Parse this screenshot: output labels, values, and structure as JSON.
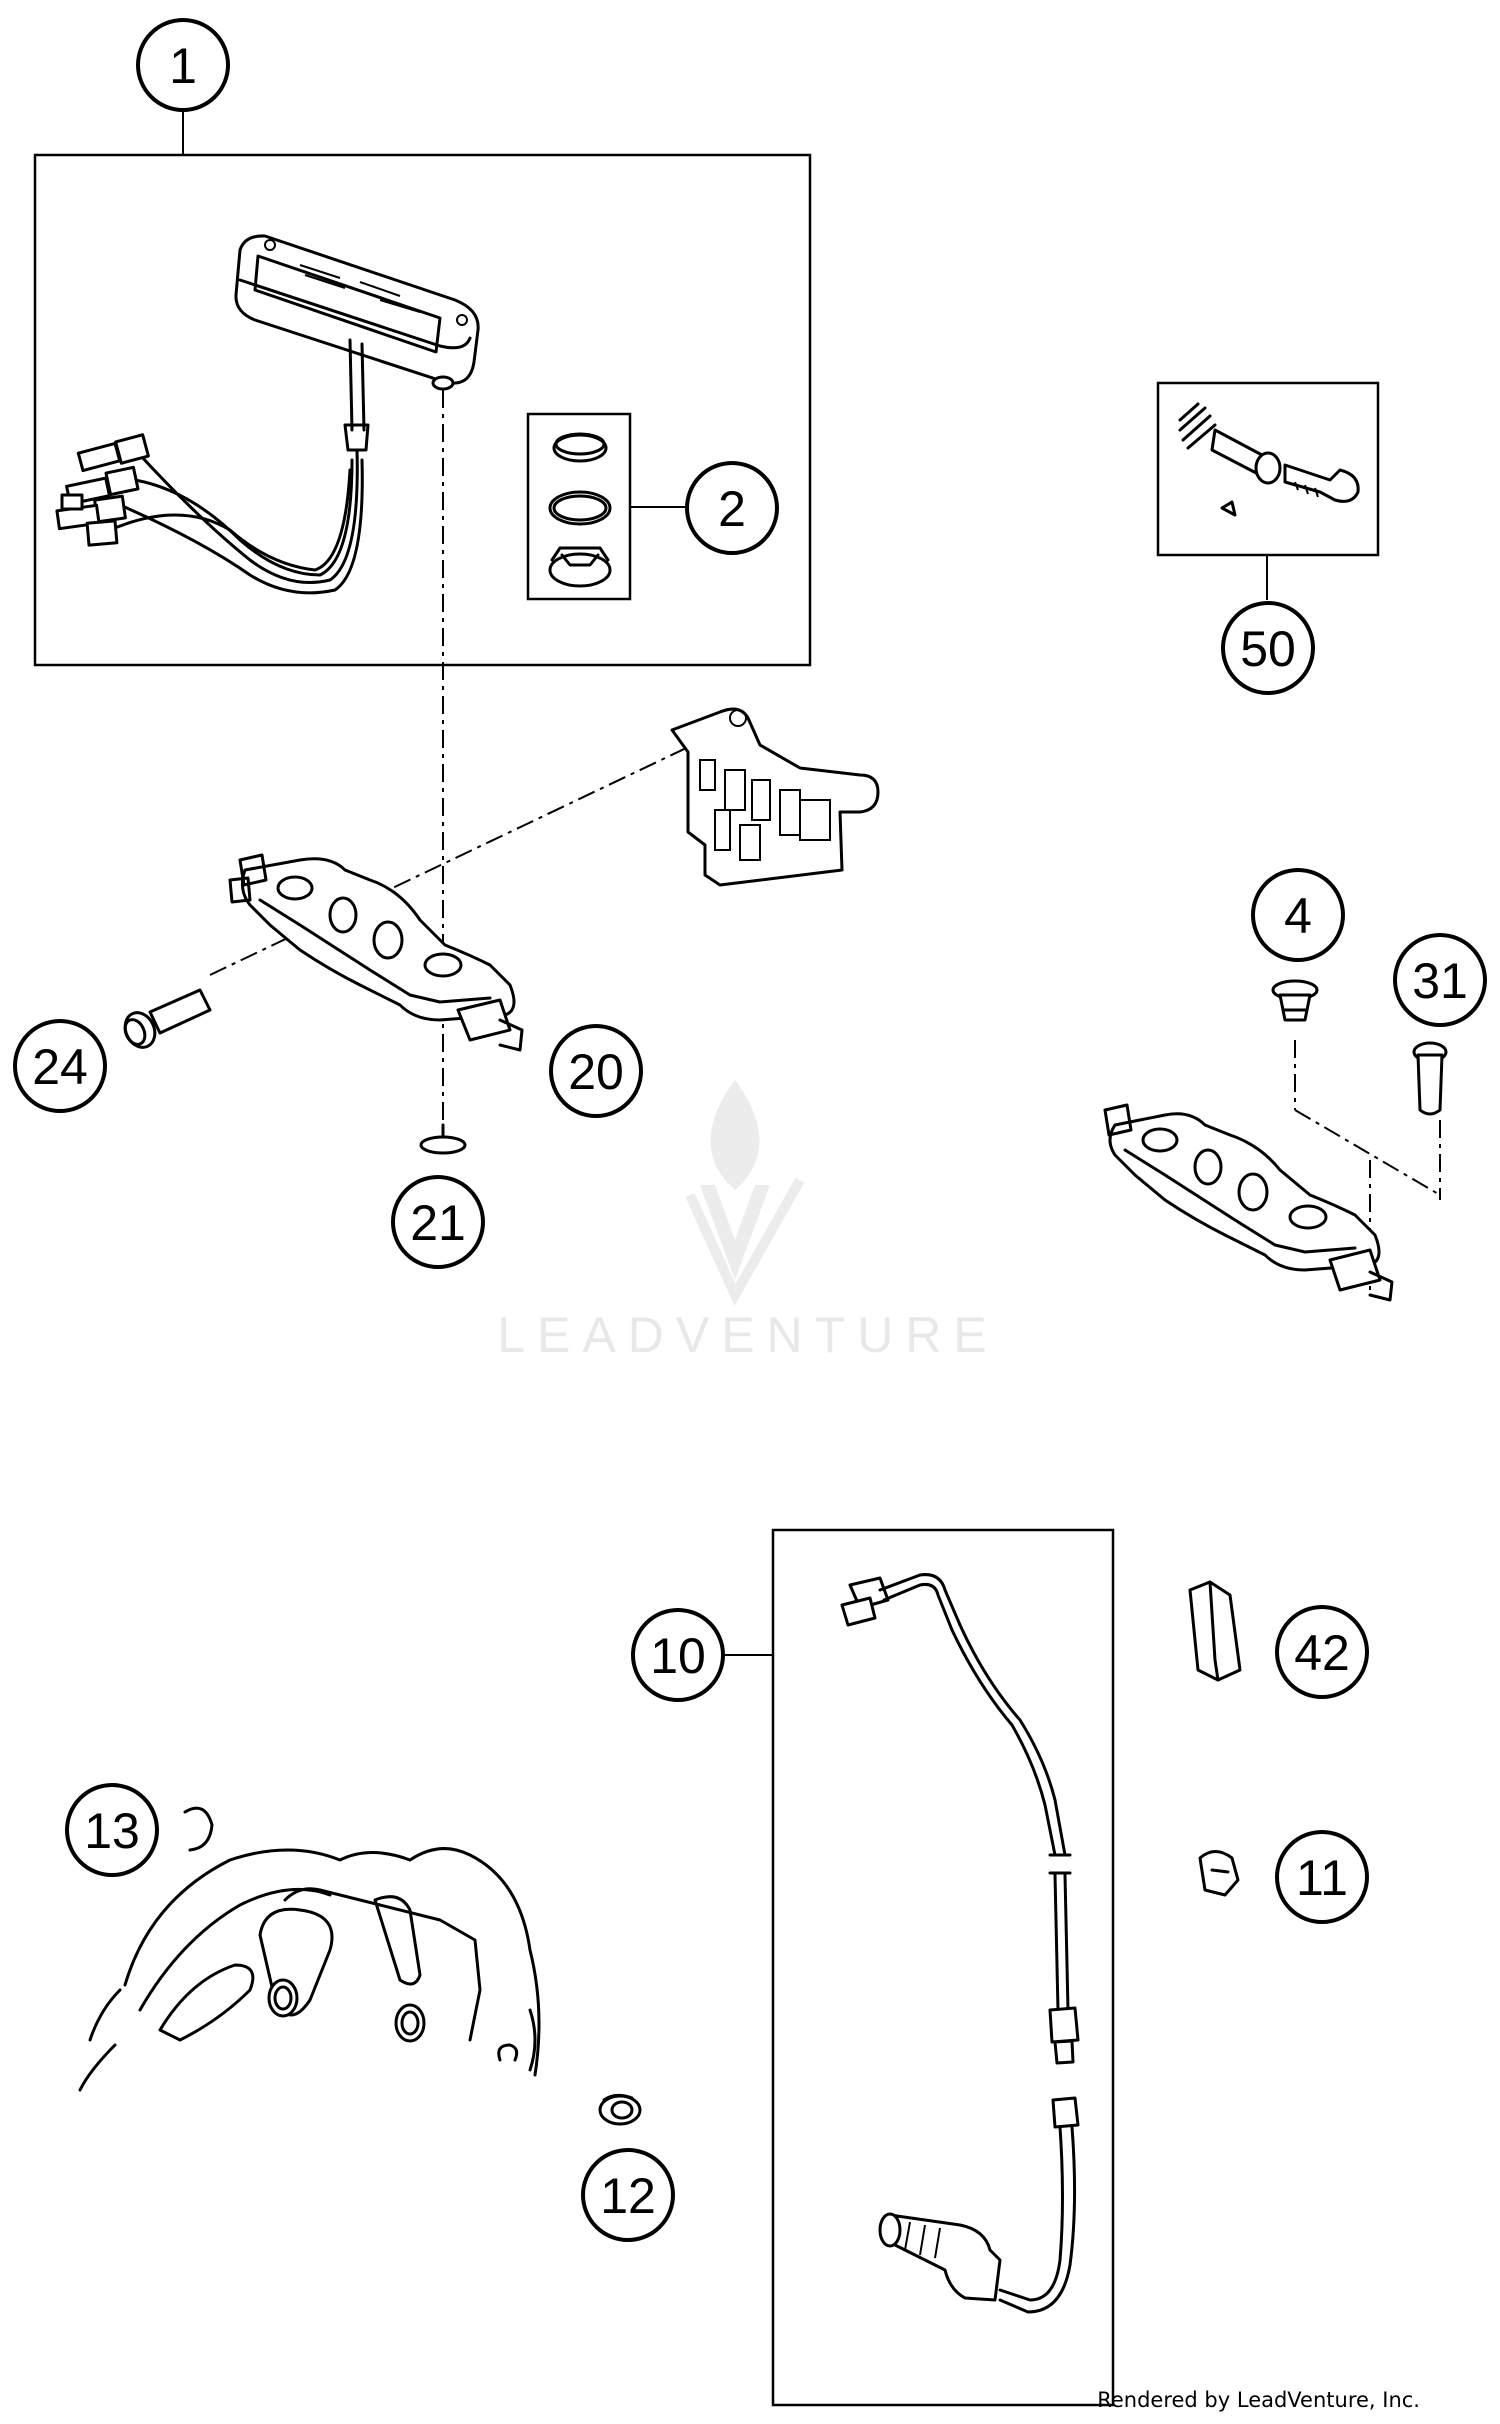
{
  "callouts": {
    "c1": "1",
    "c2": "2",
    "c50": "50",
    "c4": "4",
    "c31": "31",
    "c24": "24",
    "c20": "20",
    "c21": "21",
    "c10": "10",
    "c42": "42",
    "c13": "13",
    "c11": "11",
    "c12": "12"
  },
  "watermark": {
    "brand": "LEADVENTURE"
  },
  "footer": {
    "credit": "Rendered by LeadVenture, Inc."
  }
}
